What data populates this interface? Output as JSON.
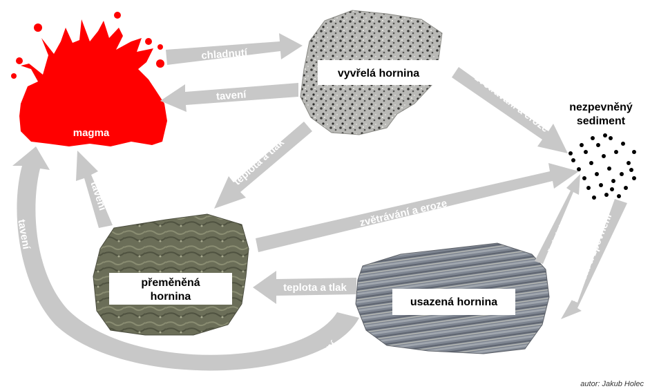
{
  "nodes": {
    "magma": "magma",
    "igneous": "vyvřelá hornina",
    "sediment_line1": "nezpevněný",
    "sediment_line2": "sediment",
    "metamorphic_line1": "přeměněná",
    "metamorphic_line2": "hornina",
    "sedimentary": "usazená hornina"
  },
  "arrows": {
    "cooling": "chladnutí",
    "melting_igneous": "tavení",
    "weathering_igneous": "zvětrávání a eroze",
    "heat_pressure_igneous": "teplota a tlak",
    "melting_metamorphic": "tavení",
    "weathering_metamorphic": "zvětrávání a eroze",
    "weathering_sedimentary": "zvětrávání a eroze",
    "compaction": "stlačení a zpevnění",
    "heat_pressure_sedimentary": "teplota a tlak",
    "melting_outer": "tavení",
    "melting_sedimentary": "tavení"
  },
  "credit": "autor: Jakub Holec",
  "colors": {
    "magma": "#ff0000",
    "arrow": "#c8c8c8",
    "label_box": "#ffffff",
    "sediment_dots": "#000000"
  }
}
